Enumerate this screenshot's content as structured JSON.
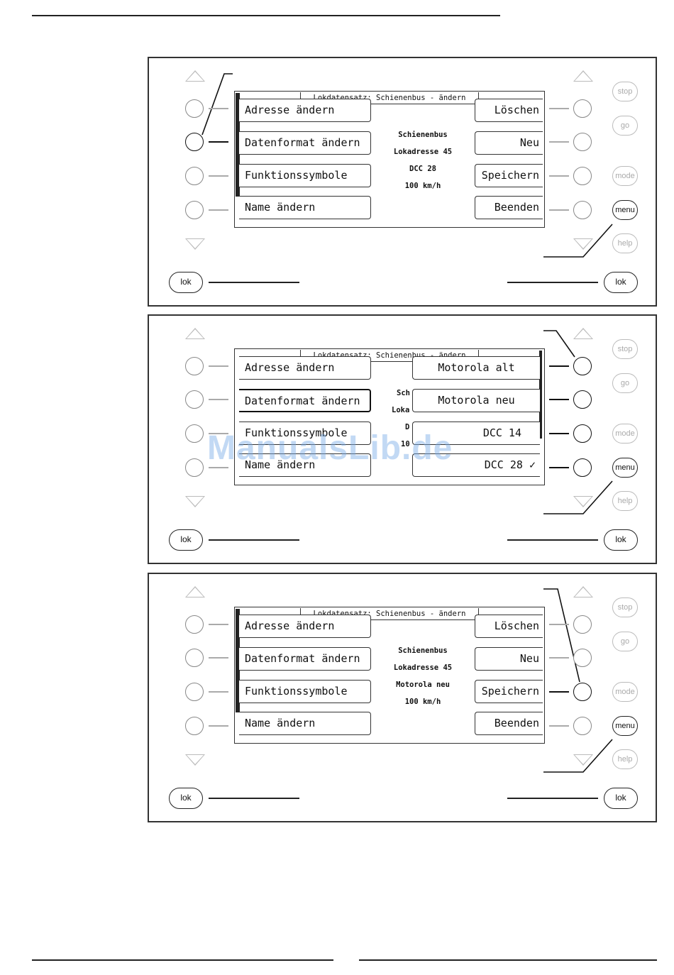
{
  "panels": [
    {
      "screen_title": "Lokdatensatz: Schienenbus - ändern",
      "left_buttons": [
        "Adresse ändern",
        "Datenformat ändern",
        "Funktionssymbole",
        "Name ändern"
      ],
      "right_buttons": [
        "Löschen",
        "Neu",
        "Speichern",
        "Beenden"
      ],
      "info": [
        "Schienenbus",
        "Lokadresse 45",
        "DCC 28",
        "100 km/h"
      ]
    },
    {
      "screen_title": "Lokdatensatz: Schienenbus - ändern",
      "left_buttons": [
        "Adresse ändern",
        "Datenformat ändern",
        "Funktionssymbole",
        "Name ändern"
      ],
      "format_options": [
        "Motorola alt",
        "Motorola neu",
        "DCC 14",
        "DCC 28"
      ],
      "checkmark": "✓",
      "info_partial": [
        "Sch",
        "Loka",
        "D",
        "10"
      ]
    },
    {
      "screen_title": "Lokdatensatz: Schienenbus - ändern",
      "left_buttons": [
        "Adresse ändern",
        "Datenformat ändern",
        "Funktionssymbole",
        "Name ändern"
      ],
      "right_buttons": [
        "Löschen",
        "Neu",
        "Speichern",
        "Beenden"
      ],
      "info": [
        "Schienenbus",
        "Lokadresse 45",
        "Motorola neu",
        "100 km/h"
      ]
    }
  ],
  "side_buttons": {
    "stop": "stop",
    "go": "go",
    "mode": "mode",
    "menu": "menu",
    "help": "help"
  },
  "lok_label": "lok",
  "watermark": "ManualsLib.de"
}
